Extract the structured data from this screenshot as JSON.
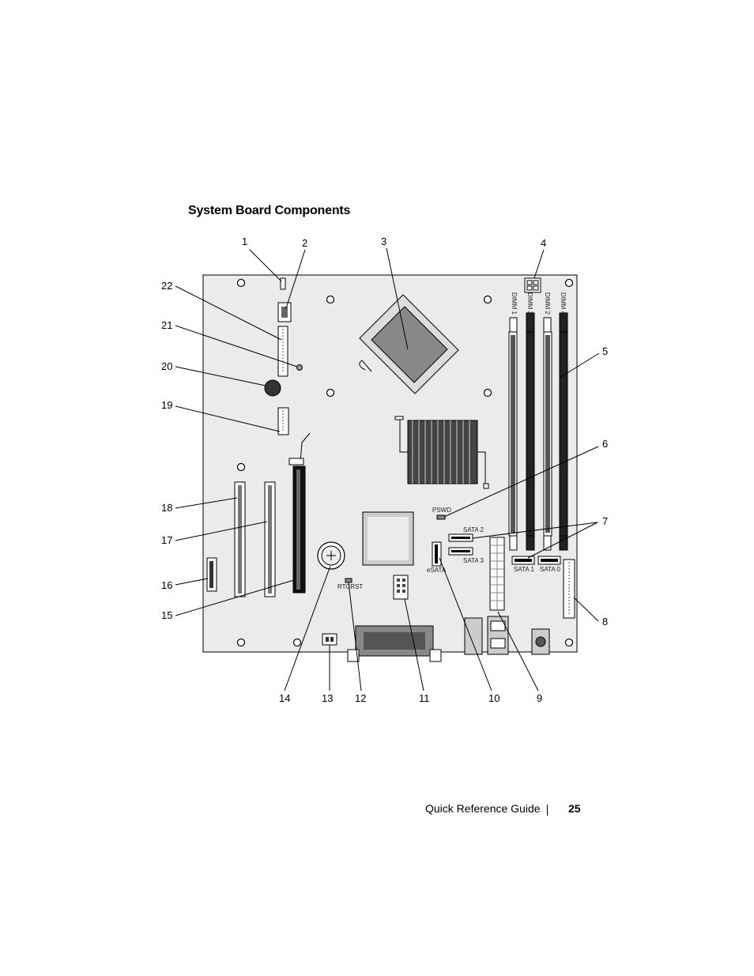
{
  "section_title": "System Board Components",
  "callouts": [
    "1",
    "2",
    "3",
    "4",
    "5",
    "6",
    "7",
    "8",
    "9",
    "10",
    "11",
    "12",
    "13",
    "14",
    "15",
    "16",
    "17",
    "18",
    "19",
    "20",
    "21",
    "22"
  ],
  "board_labels": {
    "dimm1": "DIMM 1",
    "dimm3": "DIMM 3",
    "dimm2": "DIMM 2",
    "dimm4": "DIMM 4",
    "pswd": "PSWD",
    "sata2": "SATA 2",
    "sata3": "SATA 3",
    "esata": "eSATA",
    "sata1": "SATA 1",
    "sata0": "SATA 0",
    "rtcrst": "RTCRST"
  },
  "footer": {
    "guide_name": "Quick Reference Guide",
    "page_number": "25"
  }
}
